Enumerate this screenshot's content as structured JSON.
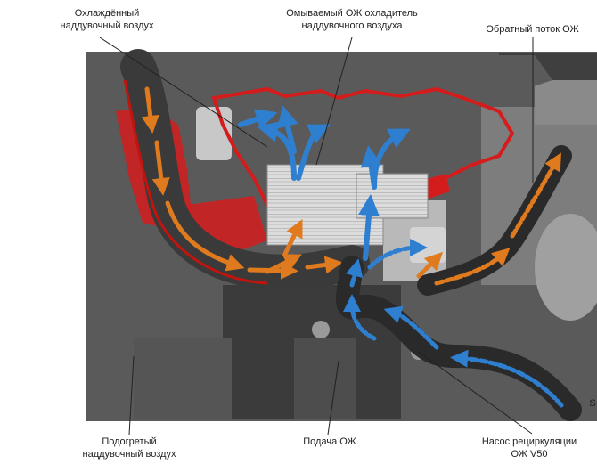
{
  "labels": {
    "cooled_air": {
      "line1": "Охлаждённый",
      "line2": "наддувочный воздух"
    },
    "intercooler": {
      "line1": "Омываемый ОЖ охладитель",
      "line2": "наддувочного воздуха"
    },
    "return_flow": {
      "line1": "Обратный поток ОЖ"
    },
    "heated_air": {
      "line1": "Подогретый",
      "line2": "наддувочный воздух"
    },
    "coolant_supply": {
      "line1": "Подача ОЖ"
    },
    "recirc_pump": {
      "line1": "Насос рециркуляции",
      "line2": "ОЖ V50"
    },
    "edge_fragment": "S"
  },
  "colors": {
    "hot_air": "#e07a1e",
    "hot_air_outline": "#c0140f",
    "coolant": "#2f7fd0",
    "coolant_dash": "#ffffff",
    "return_flow": "#e07a1e",
    "housing_red": "#d41c1c",
    "engine_gray": "#5a5a5a"
  }
}
